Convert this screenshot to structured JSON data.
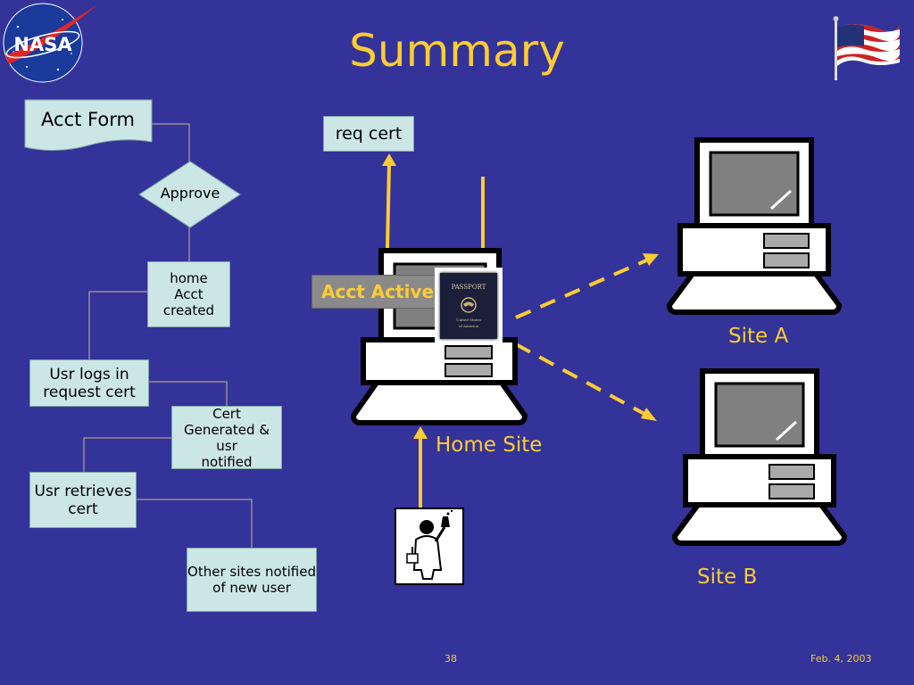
{
  "slide": {
    "title": "Summary",
    "page_number": "38",
    "date": "Feb. 4, 2003",
    "colors": {
      "background": "#333399",
      "accent": "#ffcc33",
      "box": "#cce6e6"
    }
  },
  "logos": {
    "nasa": "NASA"
  },
  "flow": {
    "acct_form": "Acct Form",
    "approve": "Approve",
    "home_acct_created": "home\nAcct created",
    "usr_logs_in": "Usr logs in\nrequest cert",
    "cert_generated": "Cert\nGenerated & usr\nnotified",
    "usr_retrieves": "Usr retrieves\ncert",
    "other_sites": "Other sites notified\nof new user"
  },
  "network": {
    "req_cert": "req cert",
    "acct_active": "Acct Active",
    "home_site": "Home Site",
    "site_a": "Site A",
    "site_b": "Site B",
    "passport": {
      "title": "PASSPORT",
      "line1": "United States",
      "line2": "of America"
    }
  }
}
